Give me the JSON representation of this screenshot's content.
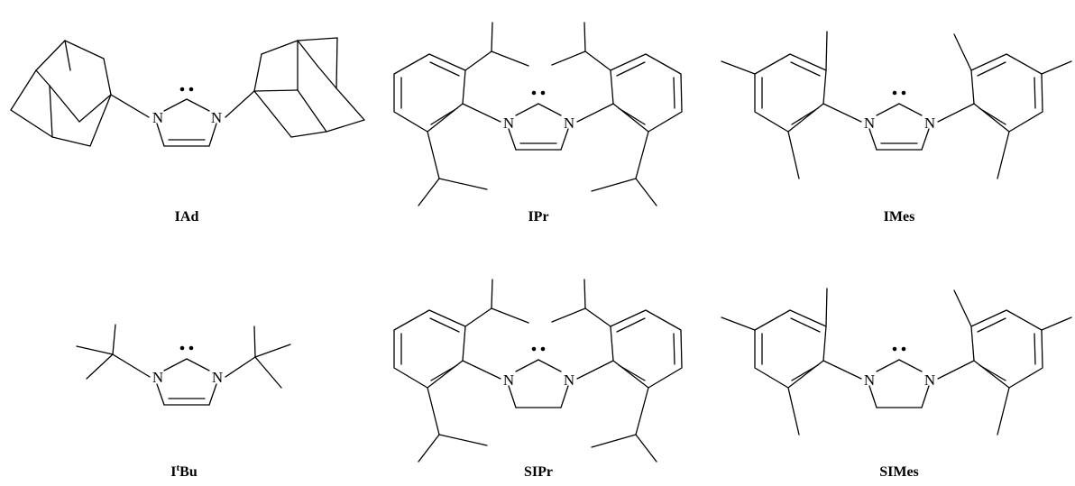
{
  "figure": {
    "atoms": {
      "nitrogen": "N"
    },
    "molecules": [
      {
        "id": "iad",
        "label": "IAd"
      },
      {
        "id": "ipr",
        "label": "IPr"
      },
      {
        "id": "imes",
        "label": "IMes"
      },
      {
        "id": "itbu",
        "label_main": "I",
        "label_sup": "t",
        "label_tail": "Bu"
      },
      {
        "id": "sipr",
        "label": "SIPr"
      },
      {
        "id": "simes",
        "label": "SIMes"
      }
    ]
  }
}
